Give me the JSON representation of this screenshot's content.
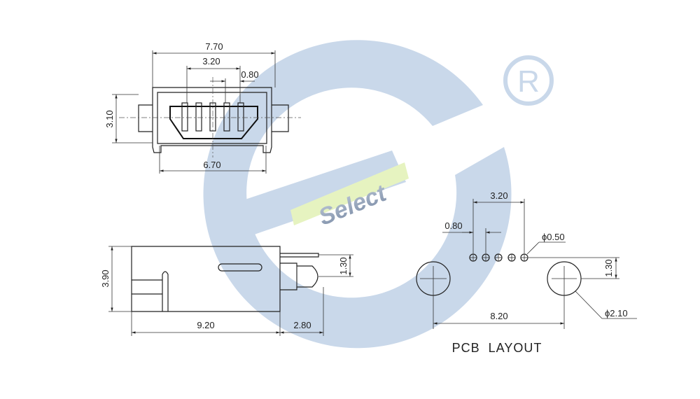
{
  "watermark": {
    "brand_text": "Select",
    "registered_mark": "R",
    "colors": {
      "logo_blue": "#c9d8ea",
      "logo_green": "#e6f3c0",
      "brand_text_color": "#8fa0b8"
    }
  },
  "front_view": {
    "overall_width": "7.70",
    "pin_span": "3.20",
    "pin_pitch": "0.80",
    "height": "3.10",
    "opening_width": "6.70"
  },
  "side_view": {
    "height": "3.90",
    "pin_height": "1.30",
    "body_length": "9.20",
    "boss_length": "2.80"
  },
  "pcb_layout": {
    "title": "PCB  LAYOUT",
    "pin_span": "3.20",
    "pin_pitch": "0.80",
    "pin_hole": "ϕ0.50",
    "row_offset": "1.30",
    "post_spacing": "8.20",
    "post_hole": "ϕ2.10"
  }
}
